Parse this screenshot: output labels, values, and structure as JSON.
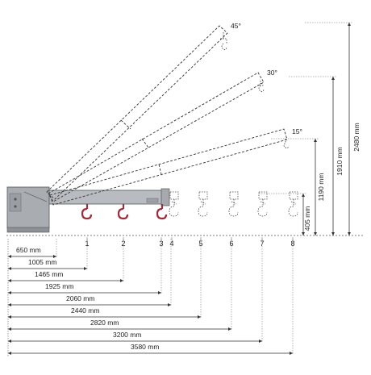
{
  "angles": [
    {
      "label": "45°"
    },
    {
      "label": "30°"
    },
    {
      "label": "15°"
    }
  ],
  "heights": [
    {
      "label": "2480 mm"
    },
    {
      "label": "1910 mm"
    },
    {
      "label": "1190 mm"
    },
    {
      "label": "405 mm"
    }
  ],
  "positions": [
    {
      "num": "1"
    },
    {
      "num": "2"
    },
    {
      "num": "3"
    },
    {
      "num": "4"
    },
    {
      "num": "5"
    },
    {
      "num": "6"
    },
    {
      "num": "7"
    },
    {
      "num": "8"
    }
  ],
  "horizontal_dims": [
    {
      "label": "650 mm"
    },
    {
      "label": "1005 mm"
    },
    {
      "label": "1465 mm"
    },
    {
      "label": "1925 mm"
    },
    {
      "label": "2060 mm"
    },
    {
      "label": "2440 mm"
    },
    {
      "label": "2820 mm"
    },
    {
      "label": "3200 mm"
    },
    {
      "label": "3580 mm"
    }
  ],
  "colors": {
    "hook": "#9a2f3c",
    "jib": "#b8bcc0",
    "base": "#a9adb2",
    "line": "#333333"
  }
}
